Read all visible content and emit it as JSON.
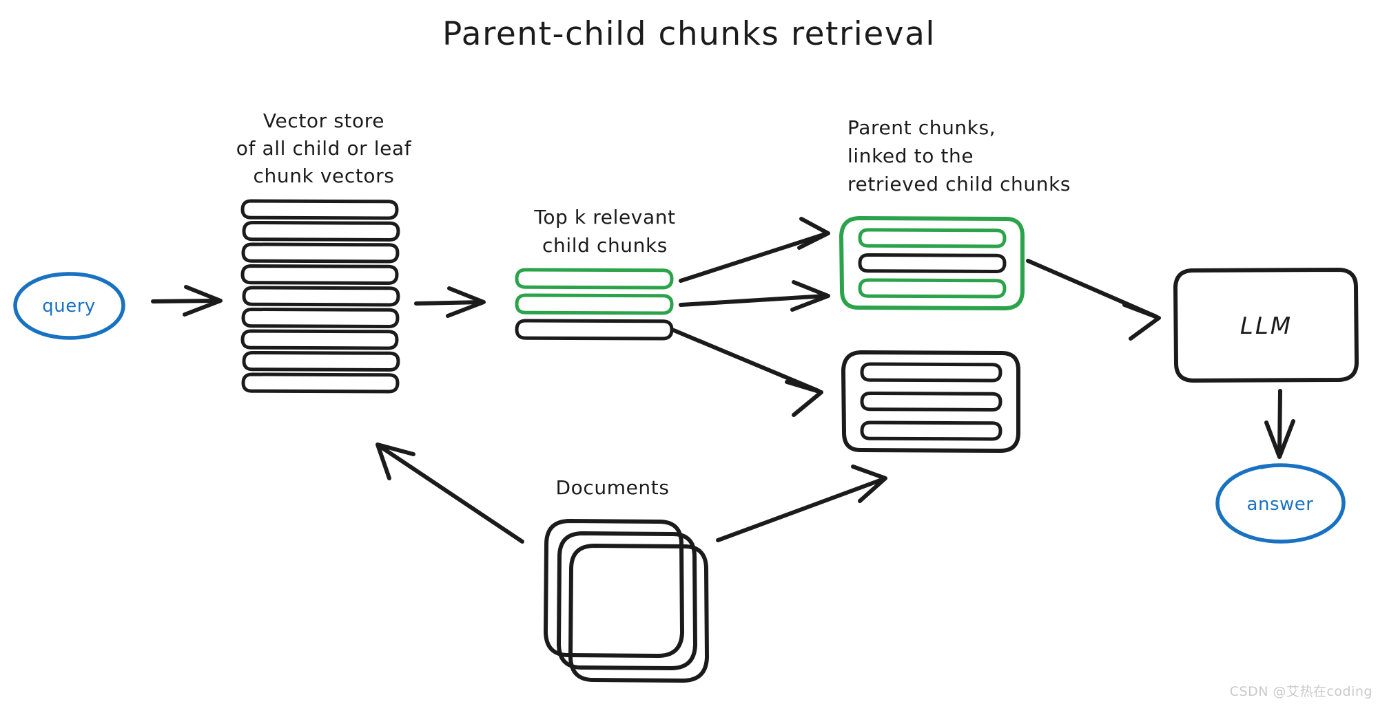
{
  "diagram": {
    "title": "Parent-child chunks retrieval",
    "background_color": "#ffffff",
    "ink_color": "#1b1b1b",
    "accent_blue": "#1971c2",
    "accent_green": "#2ba34a"
  },
  "labels": {
    "vector_store": {
      "line1": "Vector store",
      "line2": "of all child or leaf",
      "line3": "chunk vectors"
    },
    "top_k": {
      "line1": "Top k relevant",
      "line2": "child chunks"
    },
    "parent_chunks": {
      "line1": "Parent chunks,",
      "line2": "linked to the",
      "line3": "retrieved child chunks"
    },
    "documents": "Documents"
  },
  "nodes": {
    "query": {
      "text": "query",
      "color": "#1971c2",
      "shape": "ellipse"
    },
    "llm": {
      "text": "LLM",
      "color": "#1b1b1b",
      "shape": "rounded-rect"
    },
    "answer": {
      "text": "answer",
      "color": "#1971c2",
      "shape": "ellipse"
    }
  },
  "vector_store": {
    "bar_count": 9,
    "bar_color": "#1b1b1b"
  },
  "top_k_chunks": {
    "bars": [
      {
        "color": "#2ba34a",
        "state": "relevant"
      },
      {
        "color": "#2ba34a",
        "state": "relevant"
      },
      {
        "color": "#1b1b1b",
        "state": "other"
      }
    ]
  },
  "parent_chunks": [
    {
      "outline_color": "#2ba34a",
      "bars": [
        {
          "color": "#2ba34a"
        },
        {
          "color": "#1b1b1b"
        },
        {
          "color": "#2ba34a"
        }
      ]
    },
    {
      "outline_color": "#1b1b1b",
      "bars": [
        {
          "color": "#1b1b1b"
        },
        {
          "color": "#1b1b1b"
        },
        {
          "color": "#1b1b1b"
        }
      ]
    }
  ],
  "documents": {
    "sheet_count": 3,
    "color": "#1b1b1b"
  },
  "arrows": [
    {
      "name": "query-to-vector-store",
      "from": "query",
      "to": "vector-store"
    },
    {
      "name": "vector-store-to-top-k",
      "from": "vector-store",
      "to": "top-k-chunks"
    },
    {
      "name": "child-chunk-1-to-parent-green",
      "from": "top-k-chunk-1",
      "to": "parent-chunk-green"
    },
    {
      "name": "child-chunk-2-to-parent-green",
      "from": "top-k-chunk-2",
      "to": "parent-chunk-green"
    },
    {
      "name": "child-chunk-3-to-parent-black",
      "from": "top-k-chunk-3",
      "to": "parent-chunk-black"
    },
    {
      "name": "parent-green-to-llm",
      "from": "parent-chunk-green",
      "to": "llm"
    },
    {
      "name": "llm-to-answer",
      "from": "llm",
      "to": "answer"
    },
    {
      "name": "documents-to-vector-store",
      "from": "documents",
      "to": "vector-store"
    },
    {
      "name": "documents-to-parent-chunks",
      "from": "documents",
      "to": "parent-chunk-black"
    }
  ],
  "watermark": {
    "text": "CSDN @艾热在coding",
    "color": "#c9c9c9"
  }
}
